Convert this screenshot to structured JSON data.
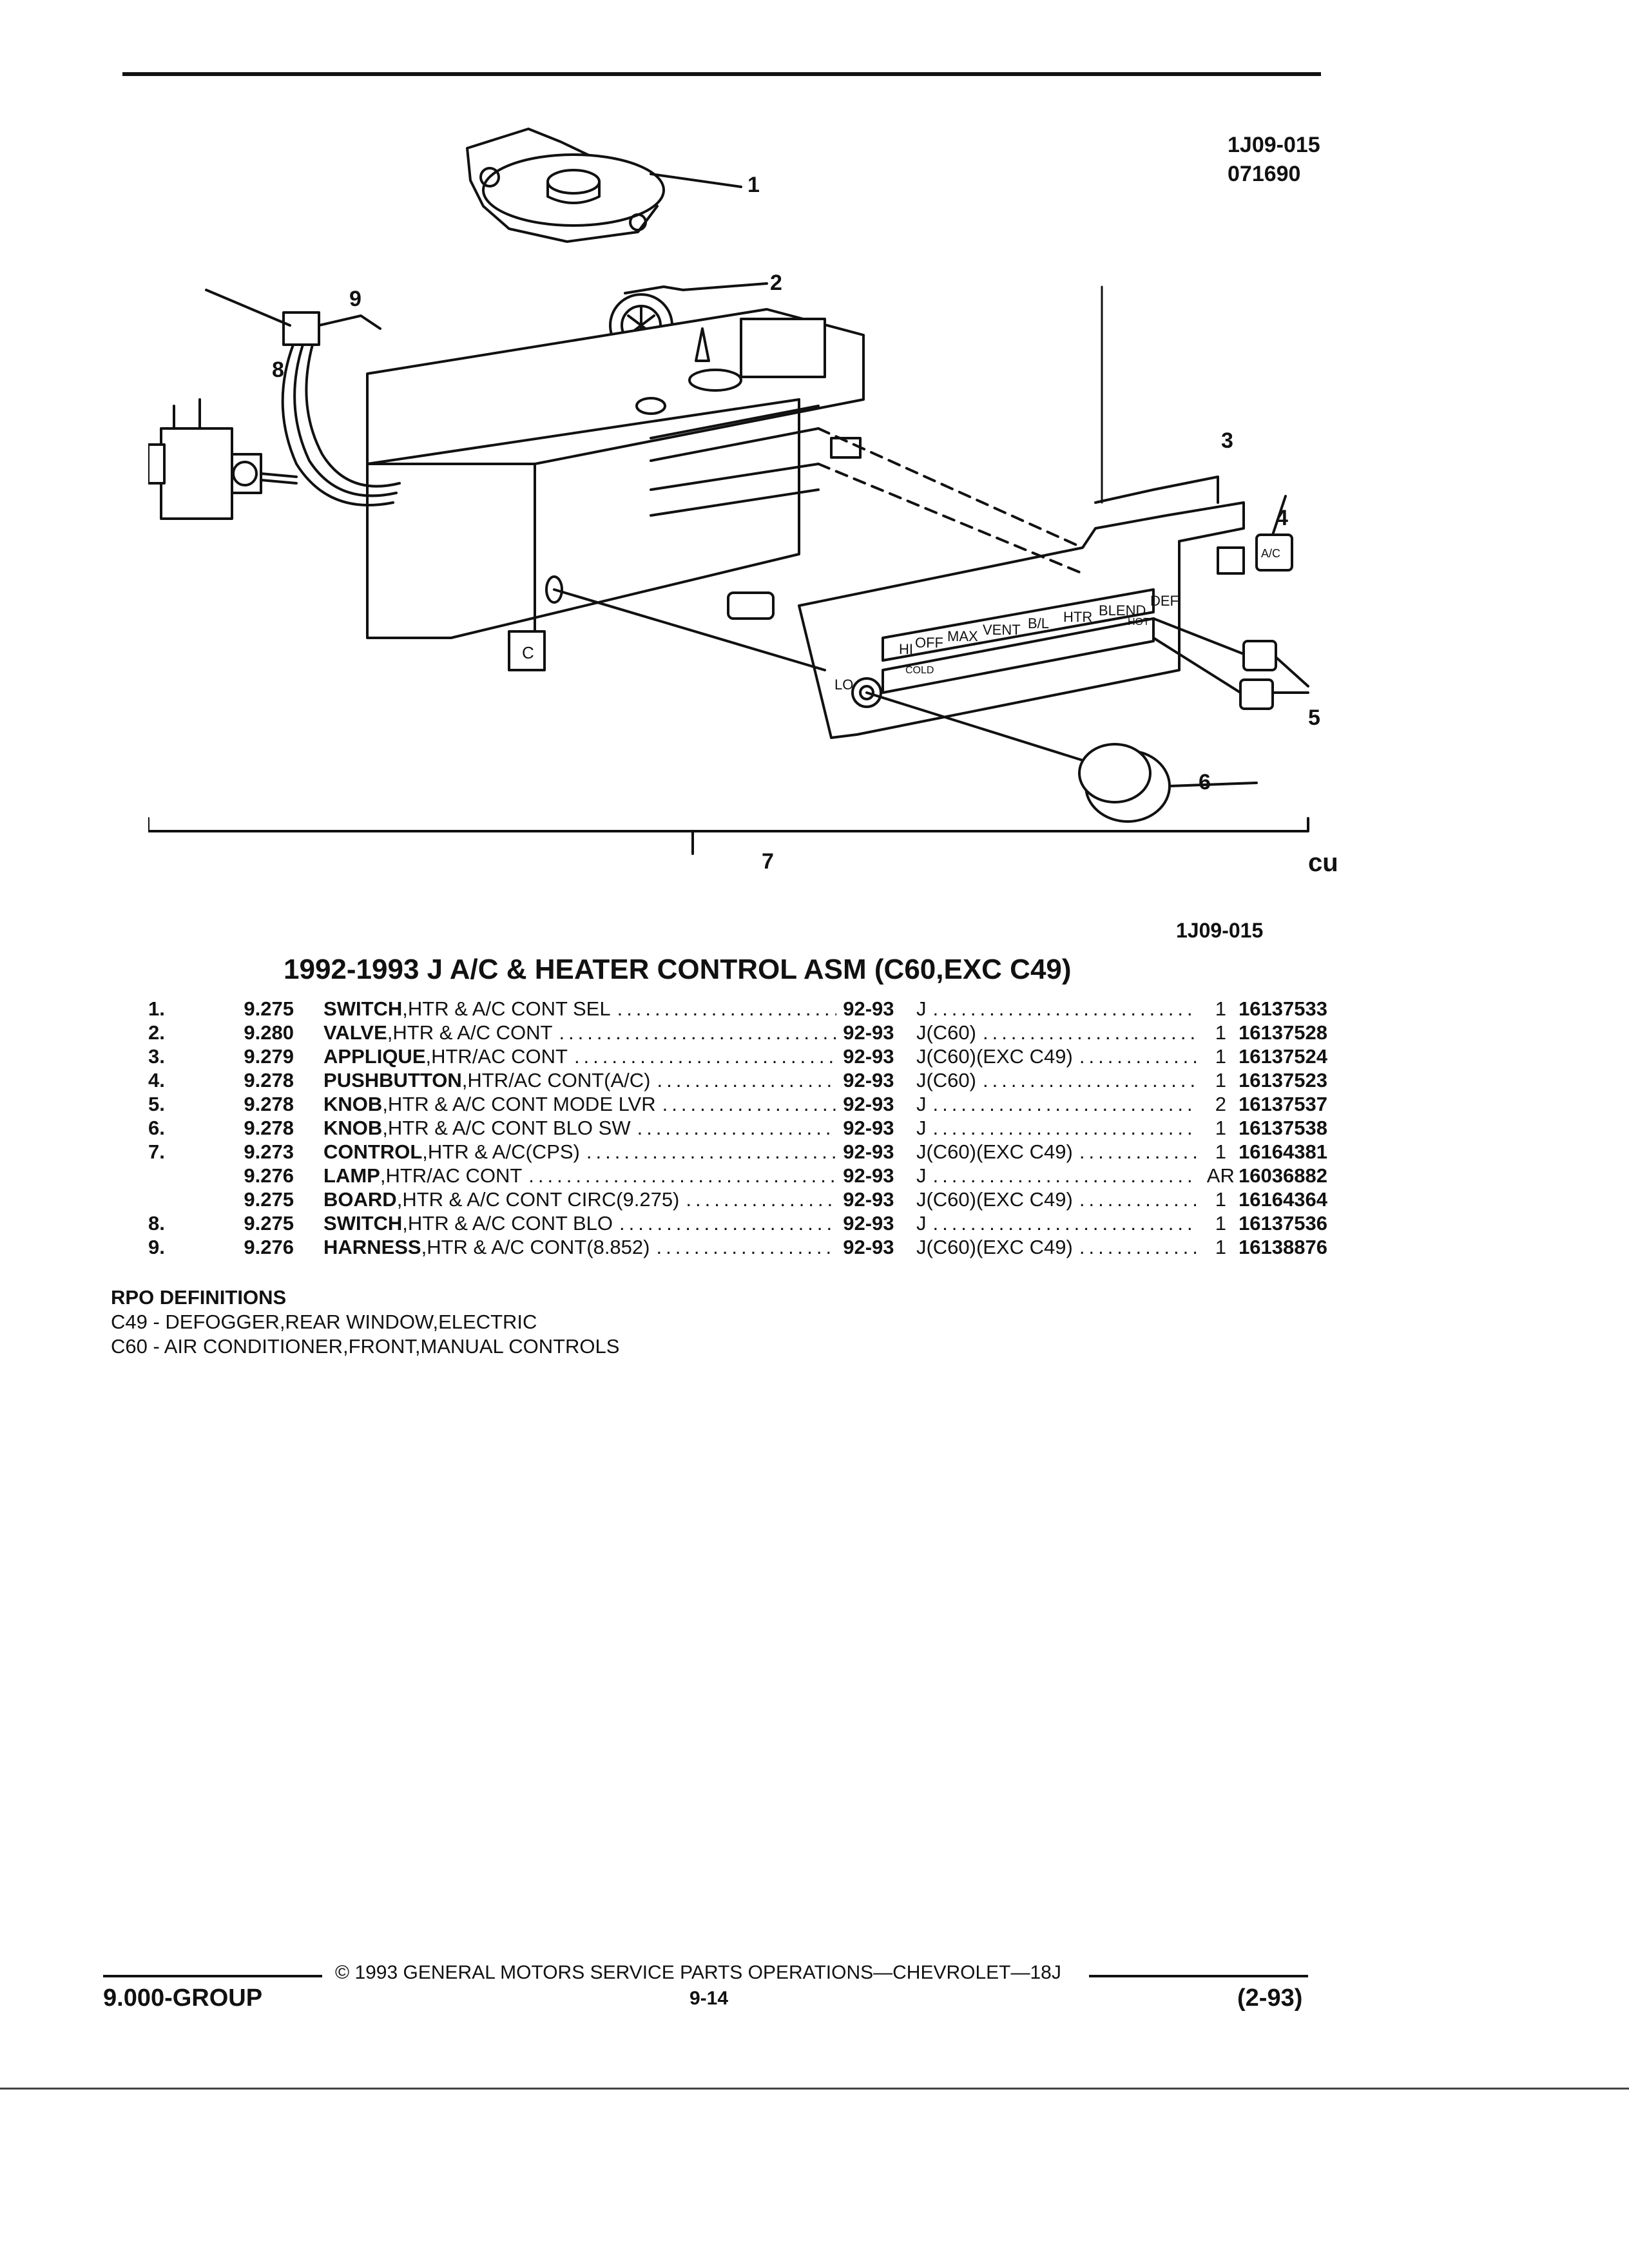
{
  "header": {
    "figure_code": "1J09-015",
    "figure_date": "071690",
    "figure_code_below": "1J09-015",
    "cu_mark": "cu"
  },
  "diagram": {
    "callouts": [
      "1",
      "2",
      "3",
      "4",
      "5",
      "6",
      "7",
      "8",
      "9"
    ],
    "panel_labels": {
      "lo": "LO",
      "hi": "HI",
      "off": "OFF",
      "max": "MAX",
      "vent": "VENT",
      "bl": "B/L",
      "htr": "HTR",
      "blend": "BLEND",
      "def": "DEF",
      "cold": "COLD",
      "hot": "HOT",
      "ac": "A/C",
      "c": "C"
    }
  },
  "title": "1992-1993 J A/C & HEATER CONTROL ASM (C60,EXC C49)",
  "parts": [
    {
      "num": "1.",
      "group": "9.275",
      "name": "SWITCH",
      "desc": ",HTR & A/C CONT SEL",
      "years": "92-93",
      "usage": "J",
      "qty": "1",
      "part_no": "16137533"
    },
    {
      "num": "2.",
      "group": "9.280",
      "name": "VALVE",
      "desc": ",HTR & A/C CONT",
      "years": "92-93",
      "usage": "J(C60)",
      "qty": "1",
      "part_no": "16137528"
    },
    {
      "num": "3.",
      "group": "9.279",
      "name": "APPLIQUE",
      "desc": ",HTR/AC CONT",
      "years": "92-93",
      "usage": "J(C60)(EXC C49)",
      "qty": "1",
      "part_no": "16137524"
    },
    {
      "num": "4.",
      "group": "9.278",
      "name": "PUSHBUTTON",
      "desc": ",HTR/AC CONT(A/C)",
      "years": "92-93",
      "usage": "J(C60)",
      "qty": "1",
      "part_no": "16137523"
    },
    {
      "num": "5.",
      "group": "9.278",
      "name": "KNOB",
      "desc": ",HTR & A/C CONT MODE LVR",
      "years": "92-93",
      "usage": "J",
      "qty": "2",
      "part_no": "16137537"
    },
    {
      "num": "6.",
      "group": "9.278",
      "name": "KNOB",
      "desc": ",HTR & A/C CONT BLO SW",
      "years": "92-93",
      "usage": "J",
      "qty": "1",
      "part_no": "16137538"
    },
    {
      "num": "7.",
      "group": "9.273",
      "name": "CONTROL",
      "desc": ",HTR & A/C(CPS)",
      "years": "92-93",
      "usage": "J(C60)(EXC C49)",
      "qty": "1",
      "part_no": "16164381"
    },
    {
      "num": "",
      "group": "9.276",
      "name": "LAMP",
      "desc": ",HTR/AC CONT",
      "years": "92-93",
      "usage": "J",
      "qty": "AR",
      "part_no": "16036882"
    },
    {
      "num": "",
      "group": "9.275",
      "name": "BOARD",
      "desc": ",HTR & A/C CONT CIRC(9.275)",
      "years": "92-93",
      "usage": "J(C60)(EXC C49)",
      "qty": "1",
      "part_no": "16164364"
    },
    {
      "num": "8.",
      "group": "9.275",
      "name": "SWITCH",
      "desc": ",HTR & A/C CONT BLO",
      "years": "92-93",
      "usage": "J",
      "qty": "1",
      "part_no": "16137536"
    },
    {
      "num": "9.",
      "group": "9.276",
      "name": "HARNESS",
      "desc": ",HTR & A/C CONT(8.852)",
      "years": "92-93",
      "usage": "J(C60)(EXC C49)",
      "qty": "1",
      "part_no": "16138876"
    }
  ],
  "rpo": {
    "heading": "RPO DEFINITIONS",
    "definitions": [
      "C49 - DEFOGGER,REAR WINDOW,ELECTRIC",
      "C60 - AIR CONDITIONER,FRONT,MANUAL CONTROLS"
    ]
  },
  "footer": {
    "copyright": "© 1993 GENERAL MOTORS SERVICE PARTS OPERATIONS—CHEVROLET—18J",
    "page": "9-14",
    "group": "9.000-GROUP",
    "date": "(2-93)"
  }
}
